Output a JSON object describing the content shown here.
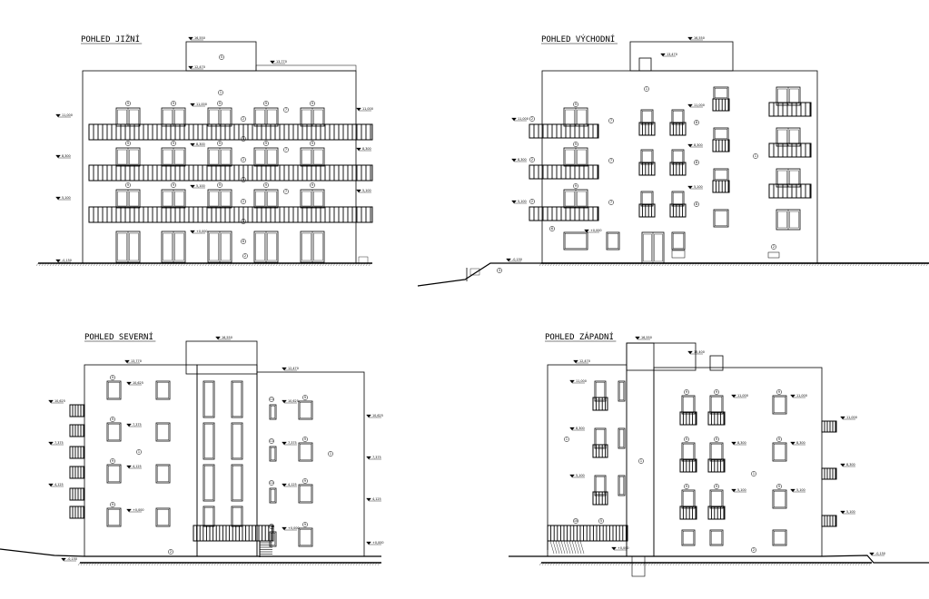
{
  "sheet": {
    "views": [
      {
        "id": "south",
        "title": "POHLED JIŽNÍ"
      },
      {
        "id": "east",
        "title": "POHLED VÝCHODNÍ"
      },
      {
        "id": "north",
        "title": "POHLED SEVERNÍ"
      },
      {
        "id": "west",
        "title": "POHLED ZÁPADNÍ"
      }
    ],
    "levels": {
      "south": {
        "roof": "16,550",
        "upper": "13,770",
        "cornice": "12,470",
        "floors": [
          "11,000",
          "8,300",
          "5,100"
        ],
        "ground": "+0,000",
        "terrain": "-0,150"
      },
      "east": {
        "roof": "16,550",
        "upper": "13,470",
        "floors": [
          "11,000",
          "8,300",
          "5,100",
          "+0,000"
        ],
        "terrain": "-0,150"
      },
      "north": {
        "roof": "16,550",
        "upper": "13,770",
        "cornice": "12,470",
        "floors": [
          "10,625",
          "7,375",
          "4,125",
          "+0,000"
        ],
        "terrain": "-0,150"
      },
      "west": {
        "roof": "16,550",
        "upper": "15,400",
        "cornice": "12,470",
        "floors": [
          "11,000",
          "8,300",
          "5,100",
          "+0,000"
        ],
        "terrain": "-0,150"
      }
    }
  }
}
